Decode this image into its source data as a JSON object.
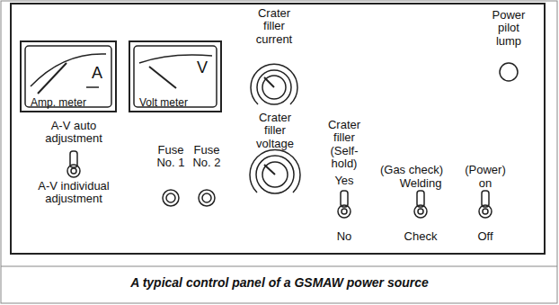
{
  "diagram": {
    "caption": "A typical control panel of a GSMAW power source",
    "nodes": [
      {
        "text": [
          "A",
          "Amp. meter"
        ]
      },
      {
        "text": [
          "V",
          "Volt meter"
        ]
      }
    ],
    "labels": [
      "A-V auto adjustment",
      "A-V individual adjustment",
      "Fuse No. 1",
      "Fuse No. 2",
      "Crater filler current",
      "Crater filler voltage",
      "Crater filler (Self-hold)",
      "Yes",
      "No",
      "(Gas check)",
      "Welding",
      "Check",
      "(Power)",
      "on",
      "Off",
      "Power pilot lump"
    ]
  }
}
